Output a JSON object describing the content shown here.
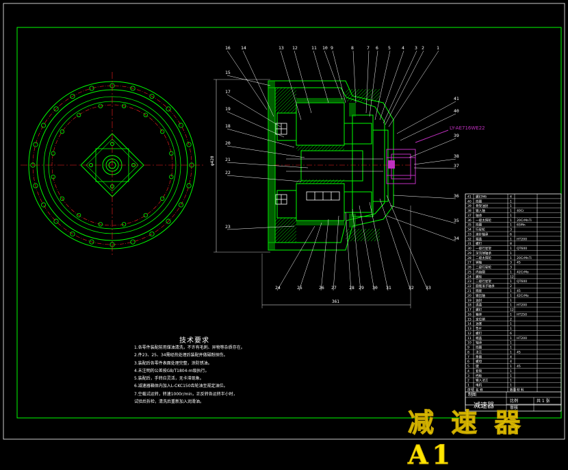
{
  "drawing": {
    "stamp_title": "减 速 器 A1",
    "seal_callout": "LY-AE716WE22",
    "dimensions": {
      "height_dim": "φ420",
      "width_dim": "361"
    }
  },
  "part_callouts": {
    "top": [
      "16",
      "14",
      "13",
      "12",
      "11",
      "10",
      "9",
      "8",
      "7",
      "6",
      "5",
      "4",
      "3",
      "2",
      "1"
    ],
    "left": [
      "15",
      "17",
      "19",
      "18",
      "20",
      "21",
      "22",
      "23"
    ],
    "bottom": [
      "24",
      "25",
      "26",
      "27",
      "28",
      "29",
      "30",
      "31",
      "32",
      "33"
    ],
    "right": [
      "41",
      "40",
      "39",
      "38",
      "37",
      "36",
      "35",
      "34"
    ]
  },
  "technical_requirements": {
    "title": "技术要求",
    "items": [
      "1.各零件装配前用煤油清洗，不许有毛刺、异物等杂质存在。",
      "2.件23、25、34需经热处理后装配并做磁粉探伤。",
      "3.装配后各零件表面处理完整，涂防锈油。",
      "4.未注明的公差按GB/T1804-m级执行。",
      "5.装配后，手转应灵活，无卡滞现象。",
      "6.减速器箱体内加入L-CKC150齿轮油至规定油位。",
      "7.空载试运转，转速1000r/min，正反转各运转半小时，",
      "试验后拆检，清洗后重新加入润滑油。"
    ]
  },
  "bom": {
    "rows": [
      {
        "no": "41",
        "name": "螺钉M6",
        "qty": "4",
        "material": ""
      },
      {
        "no": "40",
        "name": "挡圈",
        "qty": "1",
        "material": ""
      },
      {
        "no": "39",
        "name": "骨架油封",
        "qty": "1",
        "material": ""
      },
      {
        "no": "38",
        "name": "输入轴",
        "qty": "1",
        "material": "40Cr"
      },
      {
        "no": "37",
        "name": "轴承",
        "qty": "1",
        "material": ""
      },
      {
        "no": "36",
        "name": "一级太阳轮",
        "qty": "1",
        "material": "20CrMnTi"
      },
      {
        "no": "35",
        "name": "挡圈",
        "qty": "1",
        "material": "65Mn"
      },
      {
        "no": "34",
        "name": "行星轮",
        "qty": "3",
        "material": ""
      },
      {
        "no": "33",
        "name": "滚针轴承",
        "qty": "6",
        "material": ""
      },
      {
        "no": "32",
        "name": "端盖",
        "qty": "1",
        "material": "HT200"
      },
      {
        "no": "31",
        "name": "螺钉",
        "qty": "8",
        "material": ""
      },
      {
        "no": "30",
        "name": "一级行星架",
        "qty": "1",
        "material": "QT600"
      },
      {
        "no": "29",
        "name": "深沟球轴承",
        "qty": "1",
        "material": ""
      },
      {
        "no": "28",
        "name": "二级太阳轮",
        "qty": "1",
        "material": "20CrMnTi"
      },
      {
        "no": "27",
        "name": "销轴",
        "qty": "3",
        "material": "45"
      },
      {
        "no": "26",
        "name": "二级行星轮",
        "qty": "3",
        "material": ""
      },
      {
        "no": "25",
        "name": "内齿圈",
        "qty": "1",
        "material": "42CrMo"
      },
      {
        "no": "24",
        "name": "螺栓",
        "qty": "12",
        "material": ""
      },
      {
        "no": "23",
        "name": "二级行星架",
        "qty": "1",
        "material": "QT600"
      },
      {
        "no": "22",
        "name": "圆锥滚子轴承",
        "qty": "2",
        "material": ""
      },
      {
        "no": "21",
        "name": "隔套",
        "qty": "1",
        "material": "45"
      },
      {
        "no": "20",
        "name": "输出轴",
        "qty": "1",
        "material": "42CrMo"
      },
      {
        "no": "19",
        "name": "油封",
        "qty": "1",
        "material": ""
      },
      {
        "no": "18",
        "name": "透盖",
        "qty": "1",
        "material": "HT200"
      },
      {
        "no": "17",
        "name": "螺钉",
        "qty": "12",
        "material": ""
      },
      {
        "no": "16",
        "name": "箱体",
        "qty": "1",
        "material": "HT250"
      },
      {
        "no": "15",
        "name": "定位销",
        "qty": "2",
        "material": ""
      },
      {
        "no": "14",
        "name": "油塞",
        "qty": "1",
        "material": ""
      },
      {
        "no": "13",
        "name": "垫片",
        "qty": "1",
        "material": ""
      },
      {
        "no": "12",
        "name": "螺钉",
        "qty": "6",
        "material": ""
      },
      {
        "no": "11",
        "name": "端盖",
        "qty": "1",
        "material": "HT200"
      },
      {
        "no": "10",
        "name": "轴承",
        "qty": "1",
        "material": ""
      },
      {
        "no": "9",
        "name": "挡圈",
        "qty": "1",
        "material": ""
      },
      {
        "no": "8",
        "name": "法兰",
        "qty": "1",
        "material": "45"
      },
      {
        "no": "7",
        "name": "垫圈",
        "qty": "4",
        "material": ""
      },
      {
        "no": "6",
        "name": "螺母",
        "qty": "4",
        "material": ""
      },
      {
        "no": "5",
        "name": "键",
        "qty": "1",
        "material": "45"
      },
      {
        "no": "4",
        "name": "套筒",
        "qty": "1",
        "material": ""
      },
      {
        "no": "3",
        "name": "挡板",
        "qty": "1",
        "material": ""
      },
      {
        "no": "2",
        "name": "输入法兰",
        "qty": "1",
        "material": ""
      },
      {
        "no": "1",
        "name": "电机",
        "qty": "1",
        "material": ""
      }
    ],
    "header": {
      "no": "序号",
      "name": "名 称",
      "qty": "数量",
      "material": "材 料"
    }
  },
  "title_block": {
    "name": "减速器",
    "scale_label": "比例",
    "sheet_label": "共 1 张",
    "drawn_label": "制图",
    "checked_label": "审核"
  }
}
